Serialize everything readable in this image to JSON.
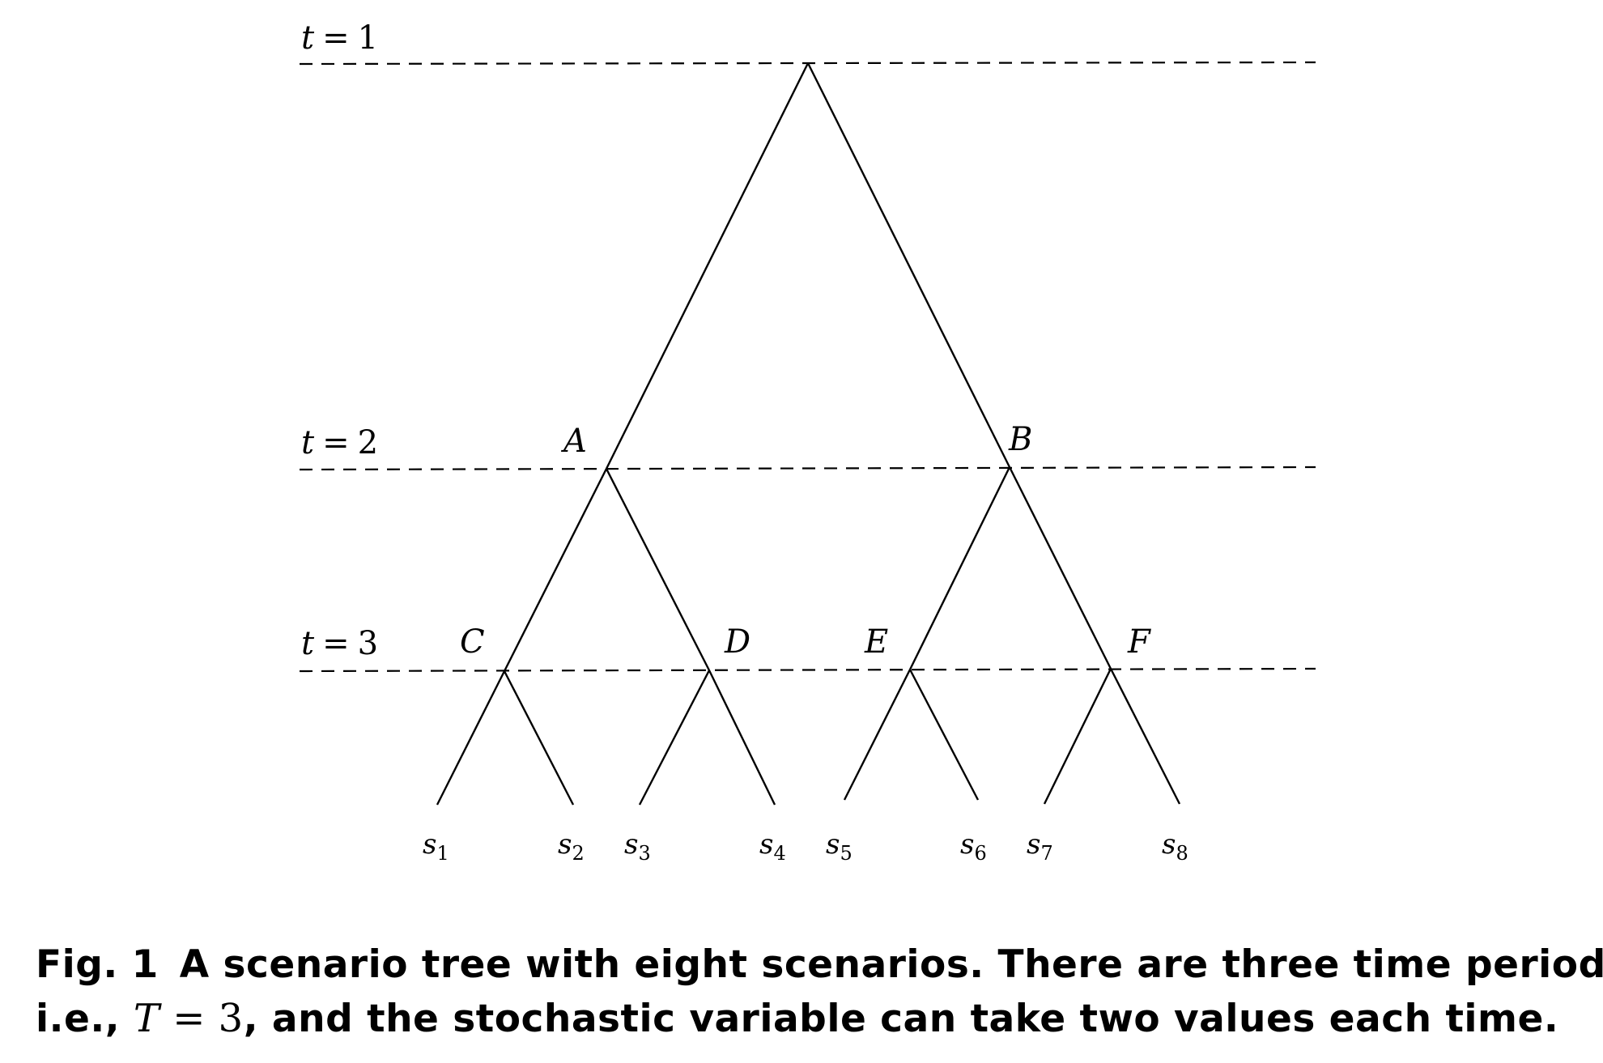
{
  "levels": [
    {
      "var": "t",
      "eq": "=",
      "value": "1"
    },
    {
      "var": "t",
      "eq": "=",
      "value": "2"
    },
    {
      "var": "t",
      "eq": "=",
      "value": "3"
    }
  ],
  "nodes": {
    "A": "A",
    "B": "B",
    "C": "C",
    "D": "D",
    "E": "E",
    "F": "F"
  },
  "scenarios": [
    {
      "base": "s",
      "sub": "1"
    },
    {
      "base": "s",
      "sub": "2"
    },
    {
      "base": "s",
      "sub": "3"
    },
    {
      "base": "s",
      "sub": "4"
    },
    {
      "base": "s",
      "sub": "5"
    },
    {
      "base": "s",
      "sub": "6"
    },
    {
      "base": "s",
      "sub": "7"
    },
    {
      "base": "s",
      "sub": "8"
    }
  ],
  "caption": {
    "fig_label": "Fig. 1",
    "line1": "A scenario tree with eight scenarios. There are three time periods,",
    "line2_prefix": "i.e., ",
    "math_var": "T",
    "math_rest": " = 3",
    "line2_suffix": ", and the stochastic variable can take two values each time."
  }
}
